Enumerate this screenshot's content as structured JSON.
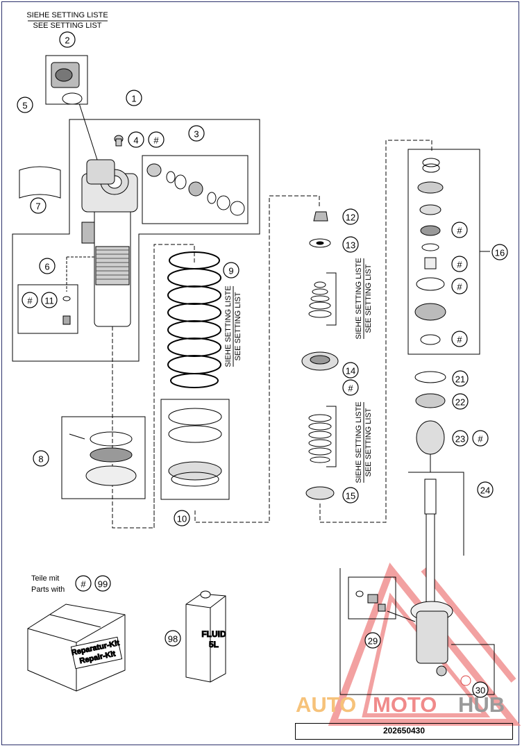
{
  "header": {
    "setting_de": "SIEHE SETTING LISTE",
    "setting_en": "SEE SETTING LIST"
  },
  "callouts": [
    "1",
    "2",
    "3",
    "4",
    "5",
    "6",
    "7",
    "8",
    "9",
    "10",
    "11",
    "12",
    "13",
    "14",
    "15",
    "16",
    "21",
    "22",
    "23",
    "24",
    "29",
    "30",
    "98",
    "99"
  ],
  "hash_symbol": "#",
  "setting_labels": {
    "de": "SIEHE SETTING LISTE",
    "en": "SEE SETTING LIST"
  },
  "legend": {
    "line1": "Teile mit",
    "line2": "Parts with"
  },
  "kit_box": {
    "line1": "Reparatur-Kit",
    "line2": "Repair-Kit"
  },
  "fluid_can": {
    "line1": "FLUID",
    "line2": "5L"
  },
  "document_number": "202650430",
  "watermark": {
    "part1": "AUTO",
    "part2": "MOTO",
    "part3": "HUB",
    "colors": {
      "auto": "#f6c27a",
      "moto": "#f08a8a",
      "hub": "#9a9a9a"
    }
  }
}
